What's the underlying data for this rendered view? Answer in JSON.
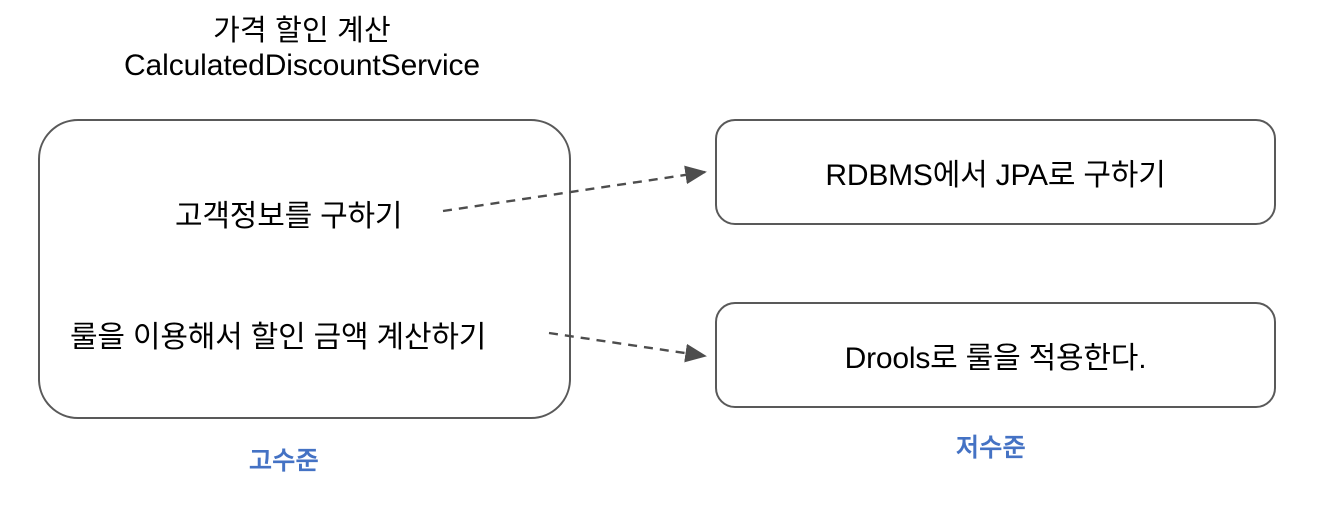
{
  "diagram": {
    "title": {
      "korean": "가격 할인 계산",
      "class_name": "CalculatedDiscountService"
    },
    "high_level": {
      "caption": "고수준",
      "caption_color": "#4472C4",
      "operations": [
        {
          "label": "고객정보를 구하기"
        },
        {
          "label": "룰을 이용해서 할인 금액 계산하기"
        }
      ]
    },
    "low_level": {
      "caption": "저수준",
      "caption_color": "#4472C4",
      "nodes": [
        {
          "label": "RDBMS에서 JPA로 구하기"
        },
        {
          "label": "Drools로 룰을 적용한다."
        }
      ]
    },
    "connectors": [
      {
        "from": "고객정보를 구하기",
        "to": "RDBMS에서 JPA로 구하기",
        "style": "dashed",
        "arrow": "filled-triangle",
        "color": "#4d4d4d"
      },
      {
        "from": "룰을 이용해서 할인 금액 계산하기",
        "to": "Drools로 룰을 적용한다.",
        "style": "dashed",
        "arrow": "filled-triangle",
        "color": "#4d4d4d"
      }
    ],
    "stroke_color": "#595959",
    "text_color": "#000000",
    "background_color": "#ffffff"
  }
}
